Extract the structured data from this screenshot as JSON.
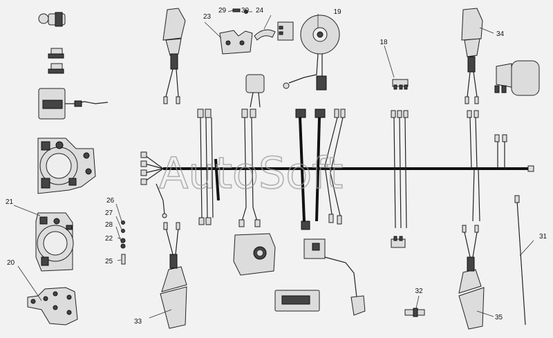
{
  "watermark": "AutoSoft",
  "callouts": {
    "c19": "19",
    "c18": "18",
    "c20": "20",
    "c21": "21",
    "c22": "22",
    "c23": "23",
    "c24": "24",
    "c25": "25",
    "c26": "26",
    "c27": "27",
    "c28": "28",
    "c29": "29",
    "c30": "30",
    "c31": "31",
    "c32": "32",
    "c33": "33",
    "c34": "34",
    "c35": "35"
  },
  "colors": {
    "background": "#f2f2f2",
    "line": "#222222",
    "part_fill": "#dcdcdc"
  }
}
